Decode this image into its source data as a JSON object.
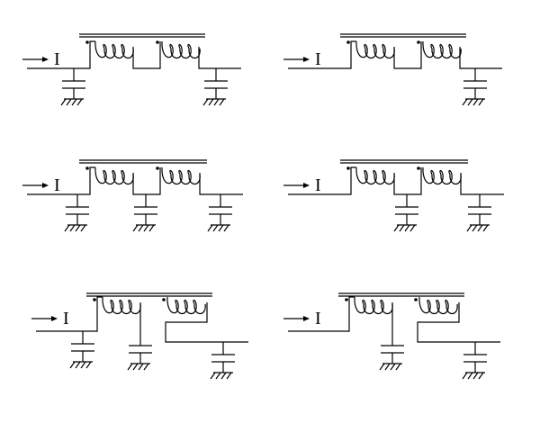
{
  "current_label": "I",
  "stroke_color": "#000000",
  "background_color": "#ffffff",
  "panels": [
    {
      "id": "panel-1",
      "shunt_capacitors": 2
    },
    {
      "id": "panel-2",
      "shunt_capacitors": 1
    },
    {
      "id": "panel-3",
      "shunt_capacitors": 3
    },
    {
      "id": "panel-4",
      "shunt_capacitors": 2
    },
    {
      "id": "panel-5",
      "shunt_capacitors": 3
    },
    {
      "id": "panel-6",
      "shunt_capacitors": 2
    }
  ]
}
